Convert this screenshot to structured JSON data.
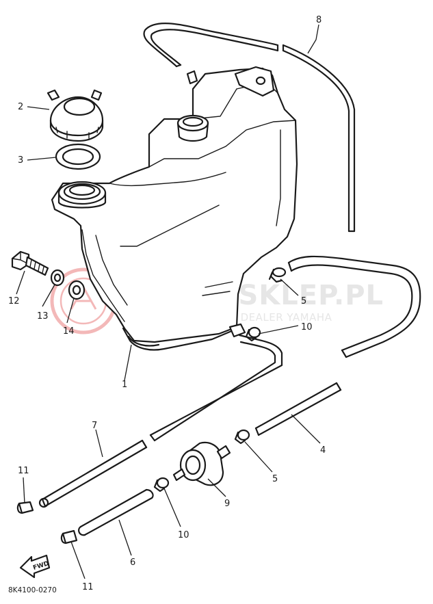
{
  "diagram": {
    "callouts": [
      {
        "id": "c8",
        "text": "8"
      },
      {
        "id": "c2",
        "text": "2"
      },
      {
        "id": "c3",
        "text": "3"
      },
      {
        "id": "c12",
        "text": "12"
      },
      {
        "id": "c13",
        "text": "13"
      },
      {
        "id": "c14",
        "text": "14"
      },
      {
        "id": "c5a",
        "text": "5"
      },
      {
        "id": "c10a",
        "text": "10"
      },
      {
        "id": "c1",
        "text": "1"
      },
      {
        "id": "c7",
        "text": "7"
      },
      {
        "id": "c4",
        "text": "4"
      },
      {
        "id": "c5b",
        "text": "5"
      },
      {
        "id": "c11a",
        "text": "11"
      },
      {
        "id": "c9",
        "text": "9"
      },
      {
        "id": "c10b",
        "text": "10"
      },
      {
        "id": "c6",
        "text": "6"
      },
      {
        "id": "c11b",
        "text": "11"
      }
    ],
    "fwd_label": "FWD",
    "drawing_code": "8K4100-0270"
  },
  "watermark": {
    "title": "YAMA-SKLEP.PL",
    "subtitle": "WOJCIECHOWICZ | DEALER YAMAHA"
  },
  "colors": {
    "line": "#1a1a1a",
    "watermark_text": "#e6e6e6",
    "watermark_logo": "#f3b8b8"
  }
}
